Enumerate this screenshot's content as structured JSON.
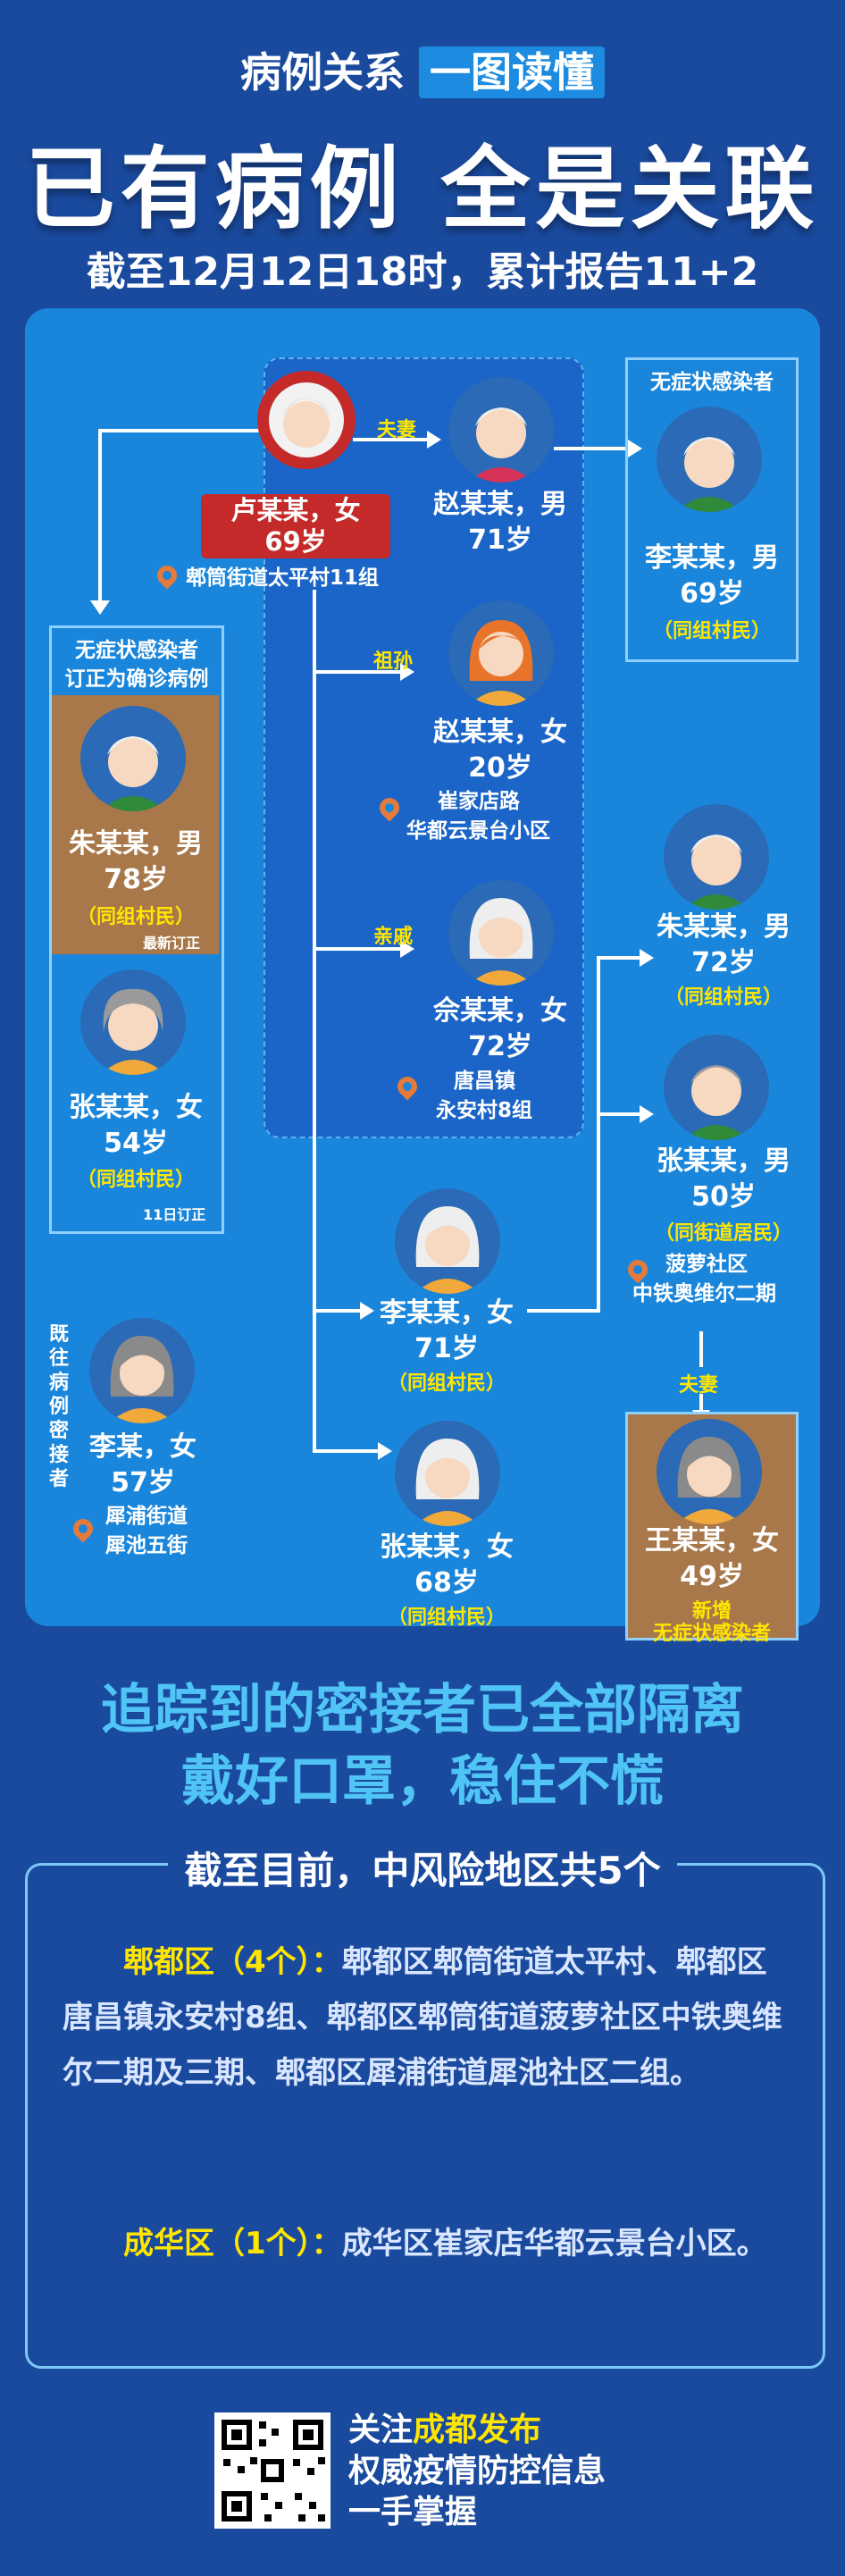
{
  "header": {
    "subtitle_prefix": "病例关系",
    "subtitle_highlight": "一图读懂",
    "main_title": "已有病例 全是关联",
    "date_line": "截至12月12日18时，累计报告11+2"
  },
  "graph": {
    "rel_spouse": "夫妻",
    "rel_grand": "祖孙",
    "rel_relative": "亲戚",
    "rel_spouse2": "夫妻",
    "lu": {
      "name": "卢某某，女",
      "age": "69岁",
      "location": "郫筒街道太平村11组"
    },
    "zhao_m": {
      "name": "赵某某，男",
      "age": "71岁"
    },
    "li_m": {
      "header": "无症状感染者",
      "name": "李某某，男",
      "age": "69岁",
      "tag": "（同组村民）"
    },
    "left_box": {
      "header1": "无症状感染者",
      "header2": "订正为确诊病例",
      "note_latest": "最新订正",
      "note_11": "11日订正"
    },
    "zhu_l": {
      "name": "朱某某，男",
      "age": "78岁",
      "tag": "（同组村民）"
    },
    "zhang_f": {
      "name": "张某某，女",
      "age": "54岁",
      "tag": "（同组村民）"
    },
    "zhao_f": {
      "name": "赵某某，女",
      "age": "20岁",
      "loc1": "崔家店路",
      "loc2": "华都云景台小区"
    },
    "yu": {
      "name": "佘某某，女",
      "age": "72岁",
      "loc1": "唐昌镇",
      "loc2": "永安村8组"
    },
    "li_f": {
      "name": "李某某，女",
      "age": "71岁",
      "tag": "（同组村民）"
    },
    "zhang_f68": {
      "name": "张某某，女",
      "age": "68岁",
      "tag": "（同组村民）"
    },
    "li_past": {
      "vertical": "既往病例密接者",
      "name": "李某，女",
      "age": "57岁",
      "loc1": "犀浦街道",
      "loc2": "犀池五街"
    },
    "zhu_r": {
      "name": "朱某某，男",
      "age": "72岁",
      "tag": "（同组村民）"
    },
    "zhang_m": {
      "name": "张某某，男",
      "age": "50岁",
      "tag": "（同街道居民）",
      "loc1": "菠萝社区",
      "loc2": "中铁奥维尔二期"
    },
    "wang": {
      "name": "王某某，女",
      "age": "49岁",
      "tag1": "新增",
      "tag2": "无症状感染者"
    }
  },
  "slogan": {
    "line1": "追踪到的密接者已全部隔离",
    "line2": "戴好口罩，稳住不慌"
  },
  "risk": {
    "title": "截至目前，中风险地区共5个",
    "pidu_key": "郫都区（4个）：",
    "pidu_text": "郫都区郫筒街道太平村、郫都区唐昌镇永安村8组、郫都区郫筒街道菠萝社区中铁奥维尔二期及三期、郫都区犀浦街道犀池社区二组。",
    "chenghua_key": "成华区（1个）：",
    "chenghua_text": "成华区崔家店华都云景台小区。"
  },
  "footer": {
    "line1_prefix": "关注",
    "line1_highlight": "成都发布",
    "line2": "权威疫情防控信息",
    "line3": "一手掌握"
  },
  "colors": {
    "bg": "#1a4a9e",
    "panel": "#1a86db",
    "accent": "#ffe600",
    "brown": "#a8784a",
    "red": "#c42a2a"
  }
}
